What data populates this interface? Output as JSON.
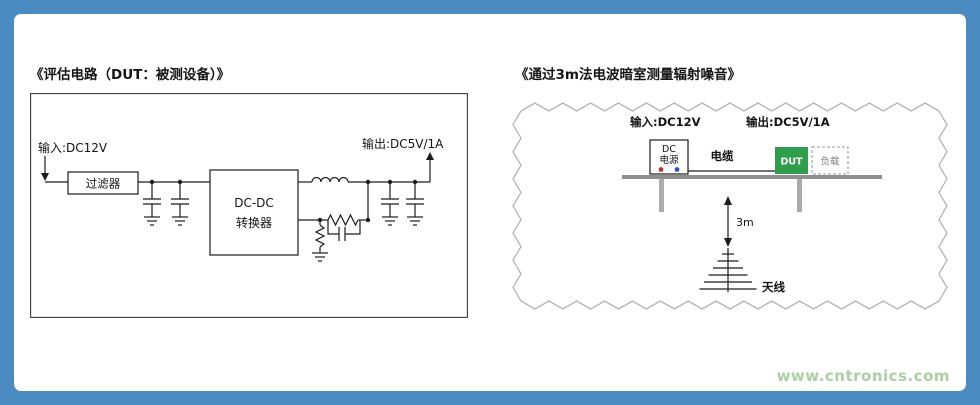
{
  "colors": {
    "frame_blue": "#4a8bc2",
    "panel_white": "#ffffff",
    "dut_green": "#2e9e4d",
    "terminal_red": "#c03030",
    "terminal_blue": "#3050c0",
    "chamber_gray": "#b3b3b3",
    "watermark_green": "#a9cfa2"
  },
  "left_diagram": {
    "title": "《评估电路（DUT：被测设备）》",
    "input_label": "输入:DC12V",
    "filter_label": "过滤器",
    "converter_label_line1": "DC-DC",
    "converter_label_line2": "转换器",
    "output_label": "输出:DC5V/1A"
  },
  "right_diagram": {
    "title": "《通过3m法电波暗室测量辐射噪音》",
    "input_label": "输入:DC12V",
    "output_label": "输出:DC5V/1A",
    "dc_source_line1": "DC",
    "dc_source_line2": "电源",
    "cable_label": "电缆",
    "dut_label": "DUT",
    "load_label": "负载",
    "distance_label": "3m",
    "antenna_label": "天线"
  },
  "watermark": "www.cntronics.com"
}
